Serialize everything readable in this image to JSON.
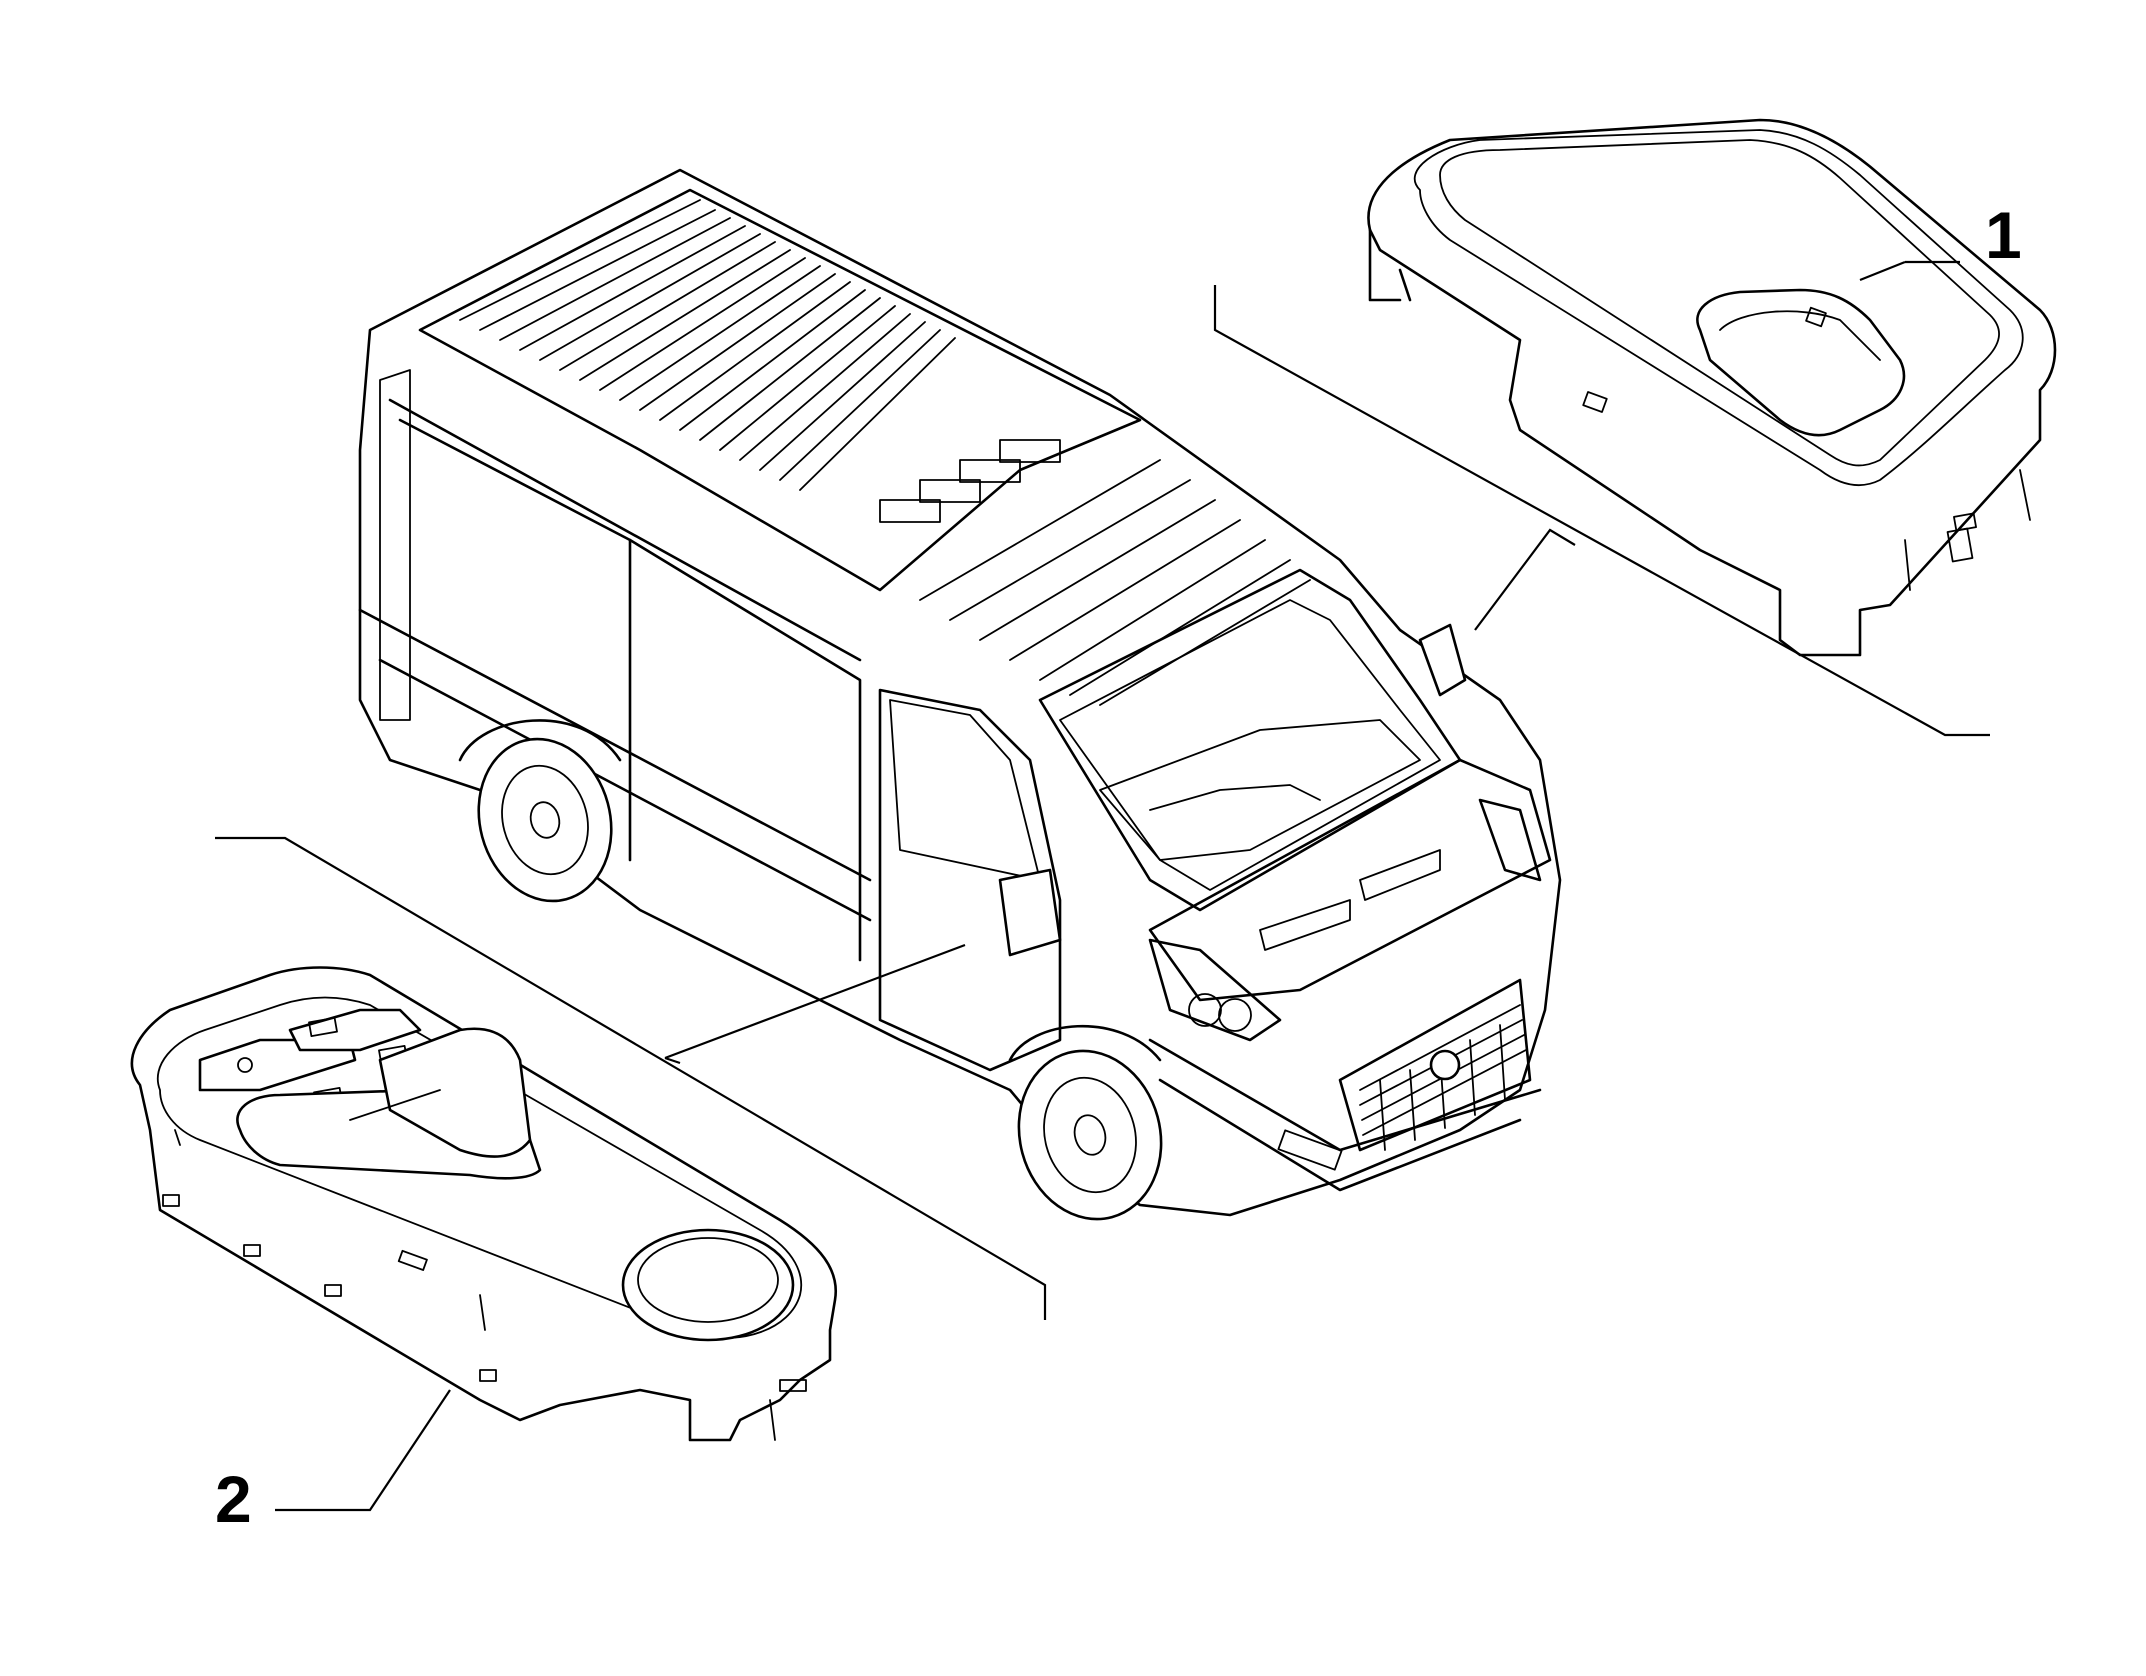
{
  "callouts": [
    {
      "id": "part-1",
      "label": "1"
    },
    {
      "id": "part-2",
      "label": "2"
    }
  ]
}
